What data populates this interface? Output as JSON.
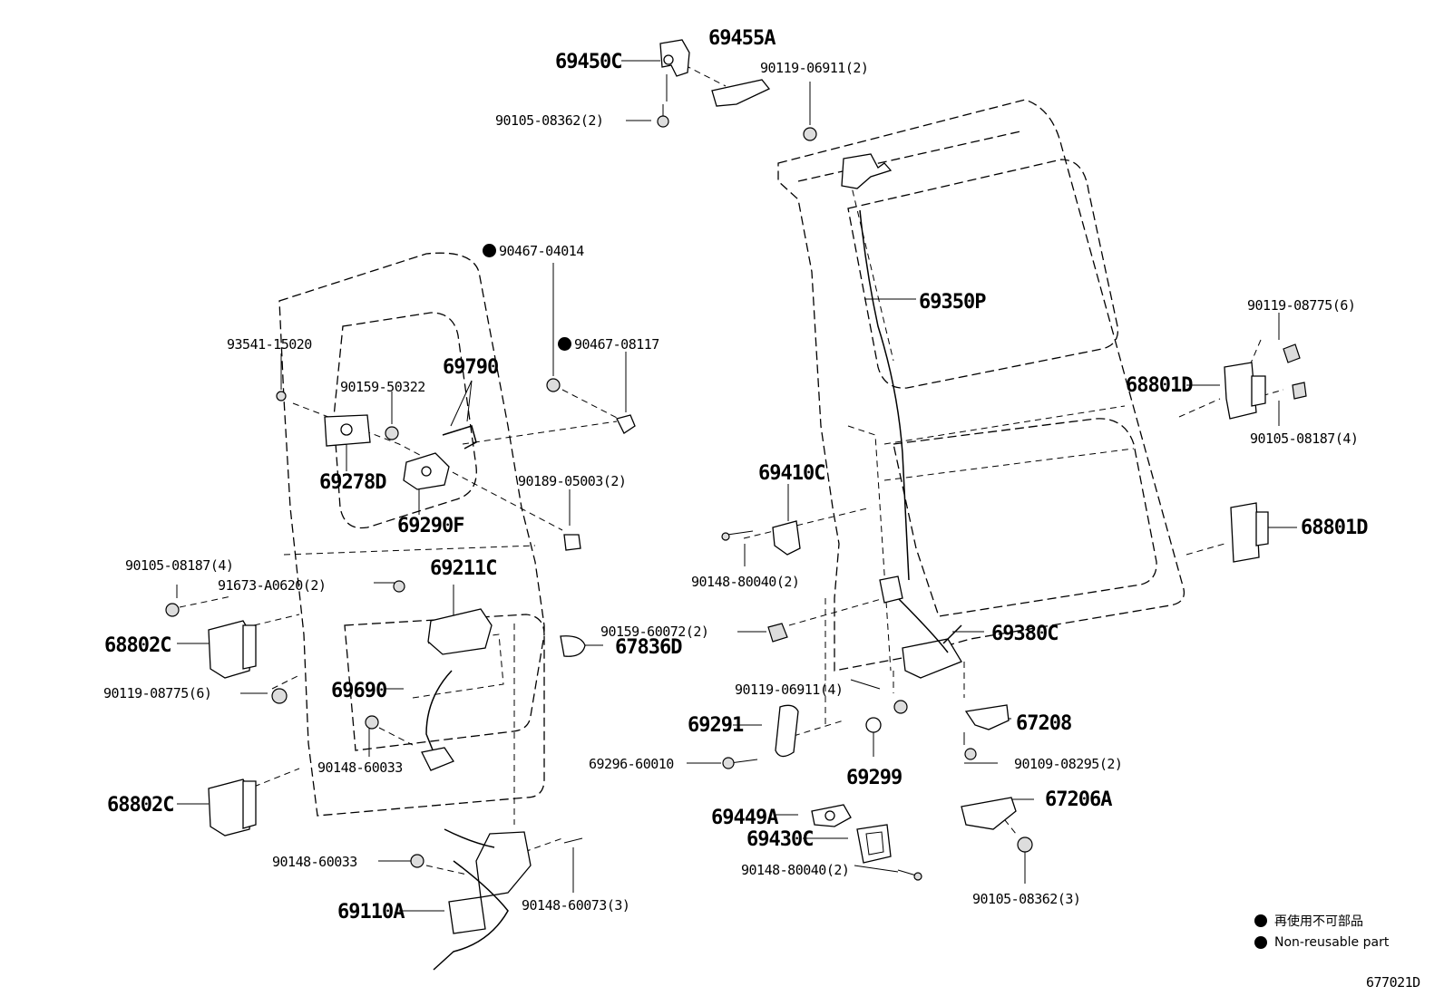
{
  "diagram_id": "677021D",
  "legend": {
    "jp": "再使用不可部品",
    "en": "Non-reusable part"
  },
  "labels": {
    "p69450C": "69450C",
    "p69455A": "69455A",
    "p90119_06911_2": "90119-06911(2)",
    "p90105_08362_2": "90105-08362(2)",
    "p90467_04014": "90467-04014",
    "p90467_08117": "90467-08117",
    "p93541_15020": "93541-15020",
    "p90159_50322": "90159-50322",
    "p69790": "69790",
    "p69350P": "69350P",
    "p90119_08775_6_r": "90119-08775(6)",
    "p68801D_a": "68801D",
    "p90105_08187_4_r": "90105-08187(4)",
    "p69278D": "69278D",
    "p90189_05003_2": "90189-05003(2)",
    "p69290F": "69290F",
    "p69410C": "69410C",
    "p68801D_b": "68801D",
    "p90105_08187_4_l": "90105-08187(4)",
    "p91673_A0620_2": "91673-A0620(2)",
    "p69211C": "69211C",
    "p90148_80040_2_a": "90148-80040(2)",
    "p68802C_a": "68802C",
    "p90159_60072_2": "90159-60072(2)",
    "p67836D": "67836D",
    "p69380C": "69380C",
    "p90119_08775_6_l": "90119-08775(6)",
    "p69690": "69690",
    "p90119_06911_4": "90119-06911(4)",
    "p69291": "69291",
    "p67208": "67208",
    "p69296_60010": "69296-60010",
    "p90148_60033_a": "90148-60033",
    "p69299": "69299",
    "p90109_08295_2": "90109-08295(2)",
    "p68802C_b": "68802C",
    "p69449A": "69449A",
    "p67206A": "67206A",
    "p69430C": "69430C",
    "p90148_60033_b": "90148-60033",
    "p90148_80040_2_b": "90148-80040(2)",
    "p69110A": "69110A",
    "p90148_60073_3": "90148-60073(3)",
    "p90105_08362_3": "90105-08362(3)"
  }
}
